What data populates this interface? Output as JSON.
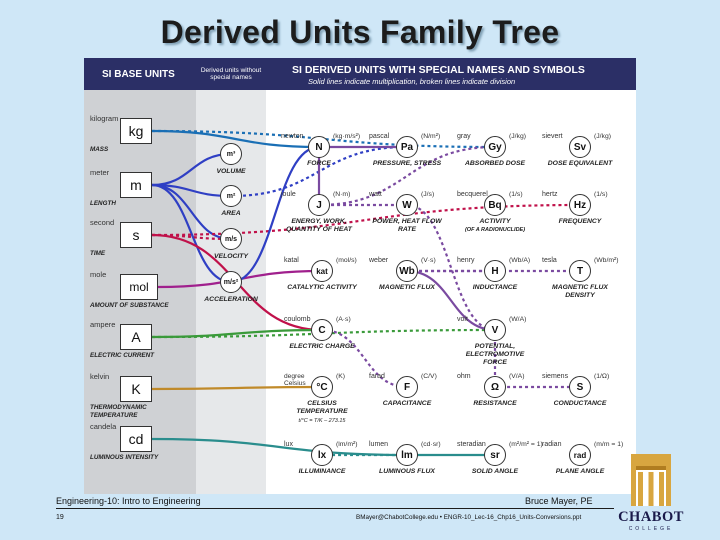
{
  "title": "Derived Units Family Tree",
  "header": {
    "base": "SI BASE UNITS",
    "no_special": "Derived units without special names",
    "special": "SI DERIVED UNITS WITH SPECIAL NAMES AND SYMBOLS",
    "special_sub": "Solid lines indicate multiplication, broken lines indicate division"
  },
  "base_units": [
    {
      "name": "kilogram",
      "symbol": "kg",
      "quantity": "MASS"
    },
    {
      "name": "meter",
      "symbol": "m",
      "quantity": "LENGTH"
    },
    {
      "name": "second",
      "symbol": "s",
      "quantity": "TIME"
    },
    {
      "name": "mole",
      "symbol": "mol",
      "quantity": "AMOUNT OF SUBSTANCE"
    },
    {
      "name": "ampere",
      "symbol": "A",
      "quantity": "ELECTRIC CURRENT"
    },
    {
      "name": "kelvin",
      "symbol": "K",
      "quantity": "THERMODYNAMIC TEMPERATURE"
    },
    {
      "name": "candela",
      "symbol": "cd",
      "quantity": "LUMINOUS INTENSITY"
    }
  ],
  "plain_units": [
    {
      "symbol": "m³",
      "quantity": "VOLUME"
    },
    {
      "symbol": "m²",
      "quantity": "AREA"
    },
    {
      "symbol": "m/s",
      "quantity": "VELOCITY"
    },
    {
      "symbol": "m/s²",
      "quantity": "ACCELERATION"
    }
  ],
  "special_units": [
    {
      "name": "newton",
      "def": "(kg·m/s²)",
      "symbol": "N",
      "quantity": "FORCE"
    },
    {
      "name": "pascal",
      "def": "(N/m²)",
      "symbol": "Pa",
      "quantity": "PRESSURE, STRESS"
    },
    {
      "name": "gray",
      "def": "(J/kg)",
      "symbol": "Gy",
      "quantity": "ABSORBED DOSE"
    },
    {
      "name": "sievert",
      "def": "(J/kg)",
      "symbol": "Sv",
      "quantity": "DOSE EQUIVALENT"
    },
    {
      "name": "joule",
      "def": "(N·m)",
      "symbol": "J",
      "quantity": "ENERGY, WORK, QUANTITY OF HEAT"
    },
    {
      "name": "watt",
      "def": "(J/s)",
      "symbol": "W",
      "quantity": "POWER, HEAT FLOW RATE"
    },
    {
      "name": "becquerel",
      "def": "(1/s)",
      "symbol": "Bq",
      "quantity": "ACTIVITY",
      "note": "(OF A RADIONUCLIDE)"
    },
    {
      "name": "hertz",
      "def": "(1/s)",
      "symbol": "Hz",
      "quantity": "FREQUENCY"
    },
    {
      "name": "katal",
      "def": "(mol/s)",
      "symbol": "kat",
      "quantity": "CATALYTIC ACTIVITY"
    },
    {
      "name": "weber",
      "def": "(V·s)",
      "symbol": "Wb",
      "quantity": "MAGNETIC FLUX"
    },
    {
      "name": "henry",
      "def": "(Wb/A)",
      "symbol": "H",
      "quantity": "INDUCTANCE"
    },
    {
      "name": "tesla",
      "def": "(Wb/m²)",
      "symbol": "T",
      "quantity": "MAGNETIC FLUX DENSITY"
    },
    {
      "name": "coulomb",
      "def": "(A·s)",
      "symbol": "C",
      "quantity": "ELECTRIC CHARGE"
    },
    {
      "name": "volt",
      "def": "(W/A)",
      "symbol": "V",
      "quantity": "POTENTIAL, ELECTROMOTIVE FORCE"
    },
    {
      "name": "degree Celsius",
      "def": "(K)",
      "symbol": "°C",
      "quantity": "CELSIUS TEMPERATURE",
      "note": "t/°C = T/K – 273.15"
    },
    {
      "name": "farad",
      "def": "(C/V)",
      "symbol": "F",
      "quantity": "CAPACITANCE"
    },
    {
      "name": "ohm",
      "def": "(V/A)",
      "symbol": "Ω",
      "quantity": "RESISTANCE"
    },
    {
      "name": "siemens",
      "def": "(1/Ω)",
      "symbol": "S",
      "quantity": "CONDUCTANCE"
    },
    {
      "name": "lux",
      "def": "(lm/m²)",
      "symbol": "lx",
      "quantity": "ILLUMINANCE"
    },
    {
      "name": "lumen",
      "def": "(cd·sr)",
      "symbol": "lm",
      "quantity": "LUMINOUS FLUX"
    },
    {
      "name": "steradian",
      "def": "(m²/m² = 1)",
      "symbol": "sr",
      "quantity": "SOLID ANGLE"
    },
    {
      "name": "radian",
      "def": "(m/m = 1)",
      "symbol": "rad",
      "quantity": "PLANE ANGLE"
    }
  ],
  "footer": {
    "course": "Engineering-10: Intro to Engineering",
    "author": "Bruce Mayer, PE",
    "page": "19",
    "email": "BMayer@ChabotCollege.edu • ENGR-10_Lec-16_Chp16_Units-Conversions.ppt"
  },
  "logo": {
    "name": "CHABOT",
    "sub": "COLLEGE"
  },
  "colors": {
    "background": "#cfe7f7",
    "header": "#2b2f66",
    "kg": "#1a6fb5",
    "m": "#2f3fc4",
    "s": "#c0114a",
    "mol": "#a0208d",
    "A": "#3a9a3a",
    "K": "#c08a2a",
    "cd": "#2a8d8d",
    "derived": "#7a4aa0"
  }
}
